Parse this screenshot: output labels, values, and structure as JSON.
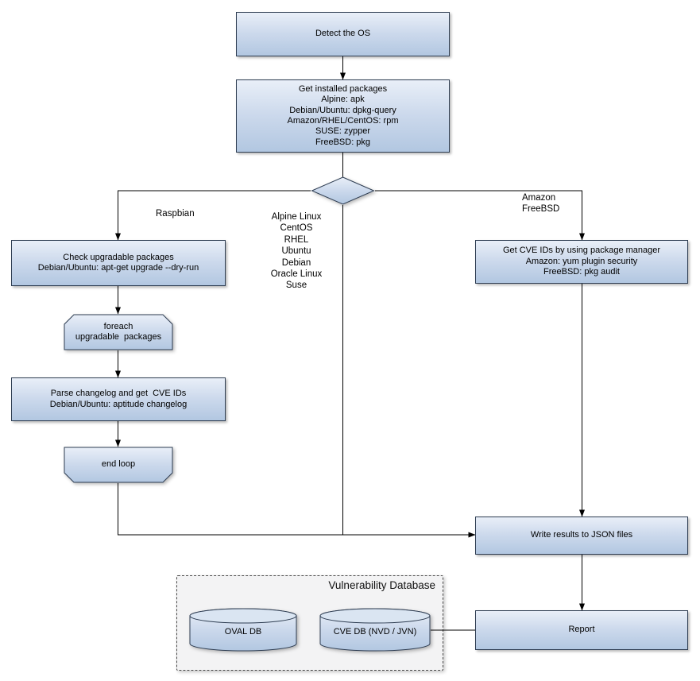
{
  "nodes": {
    "detect_os": {
      "label": "Detect the OS"
    },
    "get_installed_packages": {
      "lines": [
        "Get installed packages",
        "Alpine: apk",
        "Debian/Ubuntu: dpkg-query",
        "Amazon/RHEL/CentOS: rpm",
        "SUSE: zypper",
        "FreeBSD: pkg"
      ]
    },
    "check_upgradable": {
      "lines": [
        "Check upgradable packages",
        "Debian/Ubuntu: apt-get upgrade --dry-run"
      ]
    },
    "foreach_loop": {
      "lines": [
        "foreach",
        "upgradable  packages"
      ]
    },
    "parse_changelog": {
      "lines": [
        "Parse changelog and get  CVE IDs",
        "Debian/Ubuntu: aptitude changelog"
      ]
    },
    "end_loop": {
      "label": "end loop"
    },
    "get_cve_ids": {
      "lines": [
        "Get CVE IDs by using package manager",
        "Amazon: yum plugin security",
        "FreeBSD: pkg audit"
      ]
    },
    "write_json": {
      "label": "Write results to JSON files"
    },
    "report": {
      "label": "Report"
    },
    "vulnerability_database": {
      "title": "Vulnerability Database",
      "oval_db": "OVAL DB",
      "cve_db": "CVE DB (NVD / JVN)"
    }
  },
  "edge_labels": {
    "left_branch": "Raspbian",
    "middle_branch": [
      "Alpine Linux",
      "CentOS",
      "RHEL",
      "Ubuntu",
      "Debian",
      "Oracle Linux",
      "Suse"
    ],
    "right_branch": [
      "Amazon",
      "FreeBSD"
    ]
  },
  "colors": {
    "node_fill_top": "#e9eff8",
    "node_fill_bottom": "#b2c7e1",
    "node_border": "#2e3d52",
    "line": "#000000",
    "container_bg": "#f3f3f4"
  }
}
